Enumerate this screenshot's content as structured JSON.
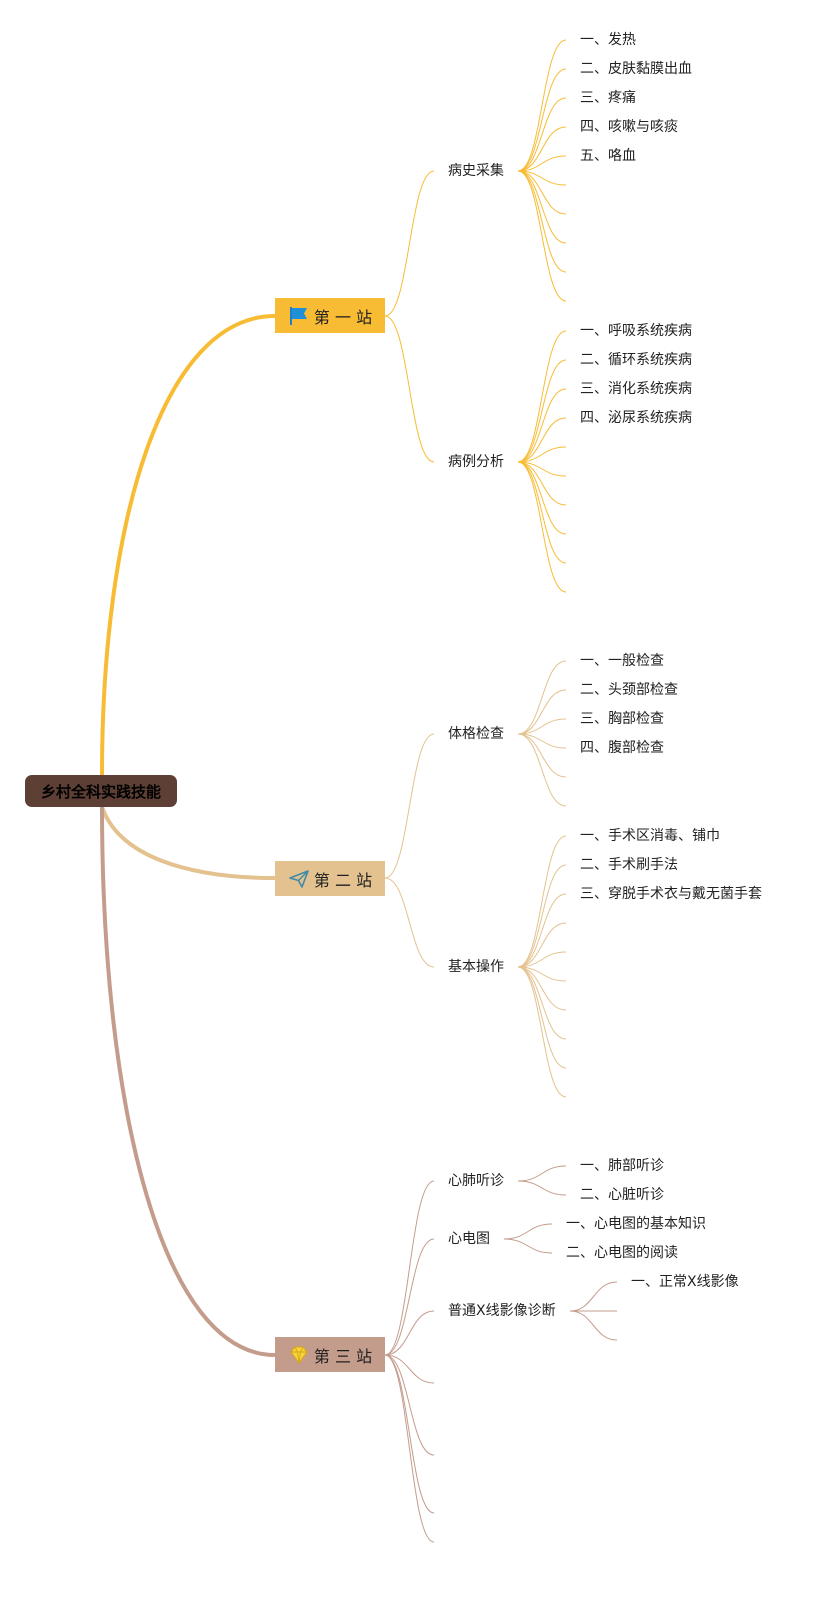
{
  "root": {
    "label": "乡村全科实践技能"
  },
  "stations": [
    {
      "label": "第 一 站",
      "icon": "flag-icon",
      "color": "#f8bc34",
      "topics": [
        {
          "label": "病史采集",
          "items": [
            "一、发热",
            "二、皮肤黏膜出血",
            "三、疼痛",
            "四、咳嗽与咳痰",
            "五、咯血"
          ]
        },
        {
          "label": "病例分析",
          "items": [
            "一、呼吸系统疾病",
            "二、循环系统疾病",
            "三、消化系统疾病",
            "四、泌尿系统疾病"
          ]
        }
      ]
    },
    {
      "label": "第 二 站",
      "icon": "paper-plane-icon",
      "color": "#e3c28f",
      "topics": [
        {
          "label": "体格检查",
          "items": [
            "一、一般检查",
            "二、头颈部检查",
            "三、胸部检查",
            "四、腹部检查"
          ]
        },
        {
          "label": "基本操作",
          "items": [
            "一、手术区消毒、铺巾",
            "二、手术刷手法",
            "三、穿脱手术衣与戴无菌手套"
          ]
        }
      ]
    },
    {
      "label": "第 三 站",
      "icon": "diamond-icon",
      "color": "#c49c8c",
      "topics": [
        {
          "label": "心肺听诊",
          "items": [
            "一、肺部听诊",
            "二、心脏听诊"
          ]
        },
        {
          "label": "心电图",
          "items": [
            "一、心电图的基本知识",
            "二、心电图的阅读"
          ]
        },
        {
          "label": "普通X线影像诊断",
          "items": [
            "一、正常X线影像"
          ]
        }
      ]
    }
  ]
}
